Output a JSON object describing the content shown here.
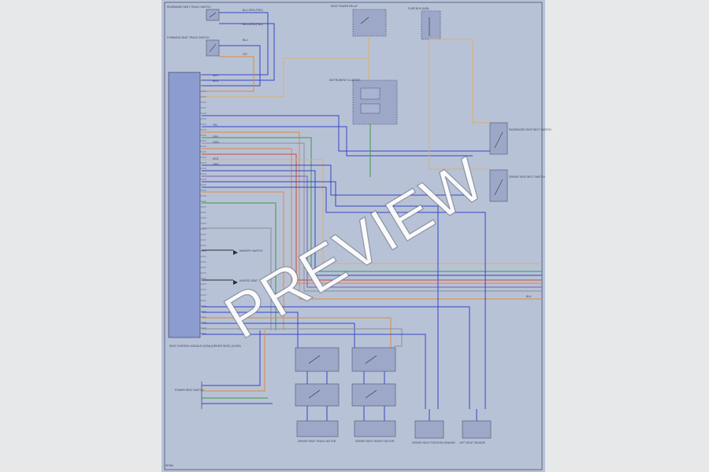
{
  "sheet": {
    "watermark": "PREVIEW",
    "footer_code": "SF364",
    "colors": {
      "page": "#e6e8ea",
      "sheet": "#b8c2d6",
      "box_fill": "#9da8c8",
      "box_stroke": "#4a5274",
      "wire_blue": "#3446c8",
      "wire_orange": "#e08a3a",
      "wire_green": "#3c9a44",
      "wire_brown": "#9a6a3c",
      "wire_gray": "#8a8f99",
      "wire_tan": "#d8b070",
      "wire_red": "#c84a4a",
      "wire_black": "#2a2d38",
      "wire_violet": "#7a5ab4"
    }
  },
  "components": {
    "control_module_label": "SEAT CONTROL MODULE (SCM) (DRIVER SEAT) (X1000)",
    "top_switch_1": "REARWARD SEAT TRACK SWITCH",
    "top_switch_2": "FORWARD SEAT TRACK SWITCH",
    "relay_top": "SEAT POWER RELAY",
    "fuse_top": "FUSE BOX (BJB)",
    "instrument_cluster": "INSTRUMENT CLUSTER",
    "belt_switch_1": "PASSENGER SEAT BELT SWITCH",
    "belt_switch_2": "DRIVER SEAT BELT SWITCH",
    "bottom_motor_1": "DRIVER SEAT TRACK MOTOR",
    "bottom_motor_2": "DRIVER SEAT HEIGHT MOTOR",
    "bottom_sensor_1": "DRIVER SEAT POSITION SENSOR",
    "bottom_sensor_2": "LEFT SEAT SENSOR",
    "lower_left_connector": "POWER SEAT SWITCH",
    "arrow_label_1": "MEMORY SWITCH",
    "arrow_label_2": "HEATED SEAT"
  },
  "wire_labels": {
    "top_1": "BLU-ORG (PNK)",
    "top_2": "BLU-ORG (PNK)",
    "top_3": "BLU",
    "top_4": "VIO",
    "wht": "WHT",
    "brn": "BRN",
    "yel": "YEL",
    "gry": "GRY",
    "grn": "GRN",
    "red": "RED",
    "org": "ORG",
    "blk": "BLK"
  }
}
